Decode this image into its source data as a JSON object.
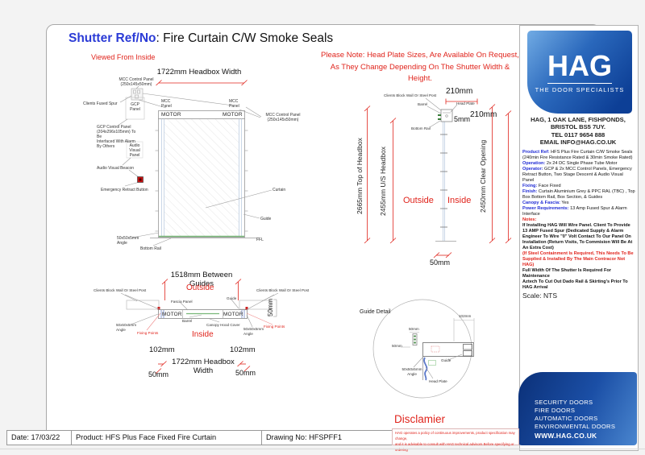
{
  "colors": {
    "accent_red": "#e0241c",
    "title_blue": "#2b3bd6",
    "spec_label_blue": "#1f2bd4",
    "hag_panel_blue": "#1450a4",
    "rail_green": "#79b879"
  },
  "title": {
    "ref": "Shutter Ref/No",
    "rest": ": Fire Curtain C/W Smoke Seals"
  },
  "viewed_from_inside": "Viewed From Inside",
  "head_plate_note": "Please Note: Head Plate Sizes, Are Available On Request,\nAs They  Change Depending On The Shutter Width & Height.",
  "elevation": {
    "headbox_width": "1722mm Headbox Width",
    "mcc_control_panel_left": "MCC Control Panel\n(250x145x50mm)",
    "clients_fused_spur": "Clients Fused Spur",
    "gcp_panel": "GCP\nPanel",
    "gcp_control_panel": "GCP Control Panel\n(204x296x105mm) To Be\nInterfaced With Alarm\nBy Others",
    "audio_visual_panel": "Audio\nVisual\nPanel",
    "audio_visual_beacon": "Audio Visual Beacon",
    "emergency_retract_button": "Emergency Retract Button",
    "angle": "50x50x5mm\nAngle",
    "bottom_rail": "Bottom Rail",
    "mcc_panel_left": "MCC\nPanel",
    "mcc_panel_right": "MCC\nPanel",
    "motor_left": "MOTOR",
    "motor_right": "MOTOR",
    "mcc_control_panel_right": "MCC Control Panel\n(250x145x50mm)",
    "curtain": "Curtain",
    "guide": "Guide",
    "ffl": "FFL"
  },
  "side_view": {
    "dim_210_top": "210mm",
    "clients_block_wall": "Clients Block Wall Or Steel Post",
    "barrel": "Barrel",
    "head_plate": "Head Plate",
    "dim_5mm": "5mm",
    "dim_210_right": "210mm",
    "bottom_rail": "Bottom Rail",
    "dim_top_of_headbox": "2665mm Top of Headbox",
    "dim_us_headbox": "2455mm U/S Headbox",
    "dim_clear_opening": "2450mm Clear Opening",
    "outside": "Outside",
    "inside": "Inside",
    "dim_50_bottom": "50mm"
  },
  "plan_view": {
    "between_guides": "1518mm Between Guides",
    "outside": "Outside",
    "inside": "Inside",
    "clients_block_wall_left": "Clients Block Wall Or Steel Post",
    "clients_block_wall_right": "Clients Block Wall Or Steel Post",
    "fascia_panel": "Fascia Panel",
    "guide": "Guide",
    "motor_left": "MOTOR",
    "motor_right": "MOTOR",
    "barrel": "Barrel",
    "canopy_hood_cover": "Canopy Hood Cover",
    "angle_left": "50x50x5mm\nAngle",
    "angle_right": "50x50x5mm\nAngle",
    "fixing_points_left": "Fixing Points",
    "fixing_points_right": "Fixing Points",
    "dim_50_side": "50mm",
    "dim_102_left": "102mm",
    "dim_102_right": "102mm",
    "headbox_width": "1722mm Headbox Width",
    "dim_50_left": "50mm",
    "dim_50_right": "50mm"
  },
  "guide_detail": {
    "title": "Guide Detail",
    "dim_102": "102mm",
    "dim_50_top": "50mm",
    "dim_50_left": "50mm",
    "guide": "Guide",
    "angle": "50x50x5mm\nAngle",
    "head_plate": "Head Plate"
  },
  "sidebar": {
    "logo_text": "HAG",
    "logo_tagline": "THE DOOR SPECIALISTS",
    "address": "HAG, 1 OAK LANE, FISHPONDS,\nBRISTOL BS5 7UY.\nTEL 0117 9654 888\nEMAIL INFO@HAG.CO.UK",
    "specs": [
      {
        "label": "Product Ref:",
        "value": " HFS Plus Fire Curtain C/W Smoke Seals (240min Fire Resistance Rated & 30min Smoke Rated)"
      },
      {
        "label": "Operation:",
        "value": " 2x 24 DC Single Phase Tube Motor"
      },
      {
        "label": "Operator:",
        "value": " GCP & 2x MCC Control Panels, Emergency Retract Button, Two Stage Descent & Audio Visual Panel"
      },
      {
        "label": "Fixing:",
        "value": " Face Fixed"
      },
      {
        "label": "Finish:",
        "value": " Curtain Aluminium Grey & PPC RAL (TBC) , Top Box Bottom Rail, Box Section, & Guides"
      },
      {
        "label": "Canopy & Fascia:",
        "value": " Yes"
      },
      {
        "label": "Power Requirements:",
        "value": " 13 Amp Fused Spur & Alarm Interface"
      }
    ],
    "notes_label": "Notes:",
    "note_wiring": "If Installing HAG Will Wire Panel. Client To Provide 13 AMP Fused Spur (Dedicated Supply & Alarm Engineer To Wire \"0\" Volt Contact To Our Panel On Installation (Return Visits, To Commision Will Be At An Extra Cost)",
    "note_steel": "(If Steel Containment Is Required, This Needs To Be Supplied & Installed By The Main Contracor Not HAG)",
    "note_width": "Full Width Of The Shutter Is Required For Maintenance",
    "note_aztech": "Aztech To Cut Out Dado Rail & Skirting's Prior To HAG Arrival",
    "scale": "Scale: NTS"
  },
  "promo": {
    "line1": "SECURITY DOORS",
    "line2": "FIRE DOORS",
    "line3": "AUTOMATIC DOORS",
    "line4": "ENVIRONMENTAL DOORS",
    "website": "WWW.HAG.CO.UK"
  },
  "footer": {
    "date": "Date: 17/03/22",
    "product": "Product: HFS Plus Face Fixed Fire Curtain",
    "drawing_no": "Drawing No: HFSPFF1",
    "disclaimer_title": "Disclamier",
    "disclaimer_text": "HAG operates a policy of continuous improvements, product specification may change,\nand it is advisable to consult with HAG technical advisors Before specifying or ordering"
  }
}
